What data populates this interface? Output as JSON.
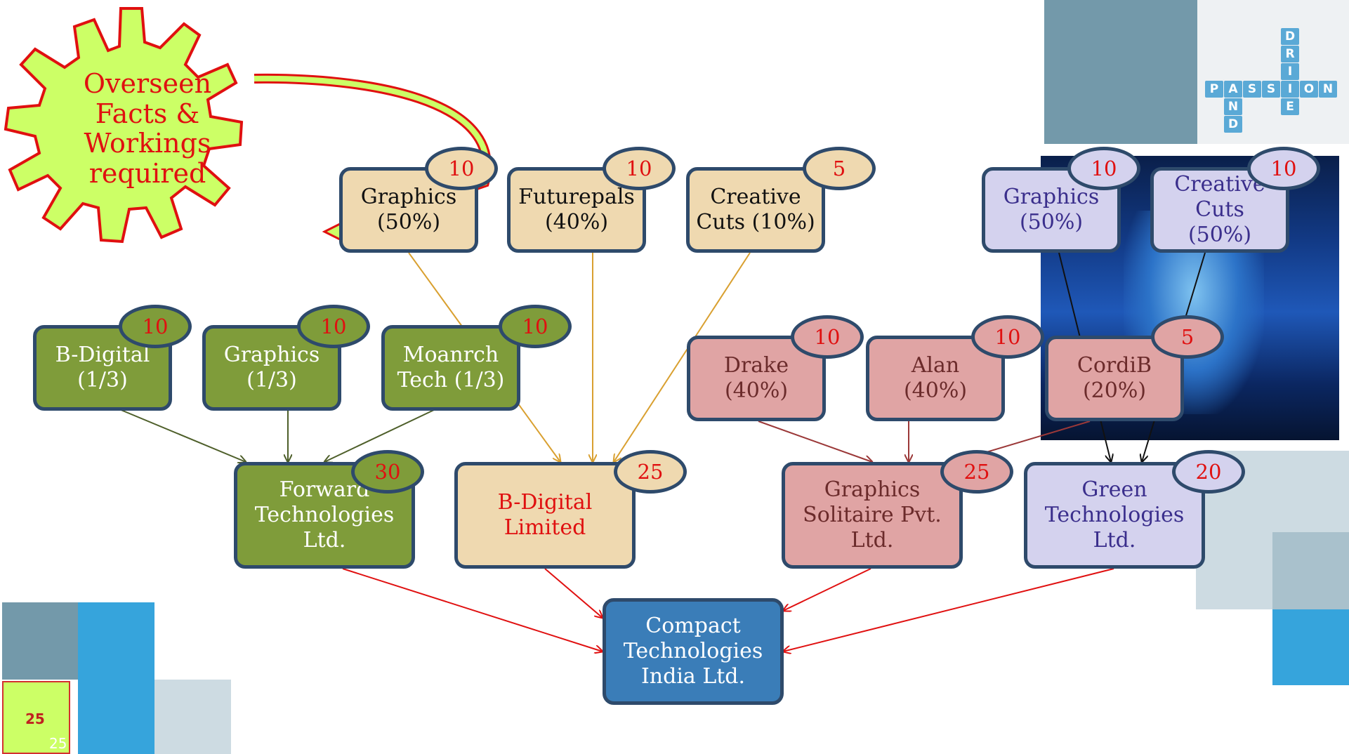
{
  "callout": {
    "lines": [
      "Overseen",
      "Facts &",
      "Workings",
      "required"
    ]
  },
  "colors": {
    "tan": "#efd9b0",
    "lavender": "#d4d2ee",
    "green": "#7f9c3a",
    "pink": "#e0a4a4",
    "blue": "#3a7db8",
    "badge": "#e01010",
    "border": "#2e4a6b"
  },
  "nodes": {
    "graphics_tan": {
      "lines": [
        "Graphics",
        "(50%)"
      ],
      "badge": "10"
    },
    "futurepals": {
      "lines": [
        "Futurepals",
        "(40%)"
      ],
      "badge": "10"
    },
    "creative_tan": {
      "lines": [
        "Creative",
        "Cuts (10%)"
      ],
      "badge": "5"
    },
    "graphics_lav": {
      "lines": [
        "Graphics",
        "(50%)"
      ],
      "badge": "10"
    },
    "creative_lav": {
      "lines": [
        "Creative",
        "Cuts",
        "(50%)"
      ],
      "badge": "10"
    },
    "bdigital_grn": {
      "lines": [
        "B-Digital",
        "(1/3)"
      ],
      "badge": "10"
    },
    "graphics_grn": {
      "lines": [
        "Graphics",
        "(1/3)"
      ],
      "badge": "10"
    },
    "moanrch": {
      "lines": [
        "Moanrch",
        "Tech (1/3)"
      ],
      "badge": "10"
    },
    "drake": {
      "lines": [
        "Drake",
        "(40%)"
      ],
      "badge": "10"
    },
    "alan": {
      "lines": [
        "Alan",
        "(40%)"
      ],
      "badge": "10"
    },
    "cordib": {
      "lines": [
        "CordiB",
        "(20%)"
      ],
      "badge": "5"
    },
    "forward": {
      "lines": [
        "Forward",
        "Technologies",
        "Ltd."
      ],
      "badge": "30"
    },
    "bdigital_ltd": {
      "lines": [
        "B-Digital",
        "Limited"
      ],
      "badge": "25"
    },
    "solitaire": {
      "lines": [
        "Graphics",
        "Solitaire Pvt.",
        "Ltd."
      ],
      "badge": "25"
    },
    "green_tech": {
      "lines": [
        "Green",
        "Technologies",
        "Ltd."
      ],
      "badge": "20"
    },
    "compact": {
      "lines": [
        "Compact",
        "Technologies",
        "India Ltd."
      ]
    }
  },
  "crossword": {
    "across": "PASSION",
    "down": "DRIVE",
    "and": "AND"
  },
  "footer": {
    "page_number": "25",
    "page_number_small": "25"
  }
}
